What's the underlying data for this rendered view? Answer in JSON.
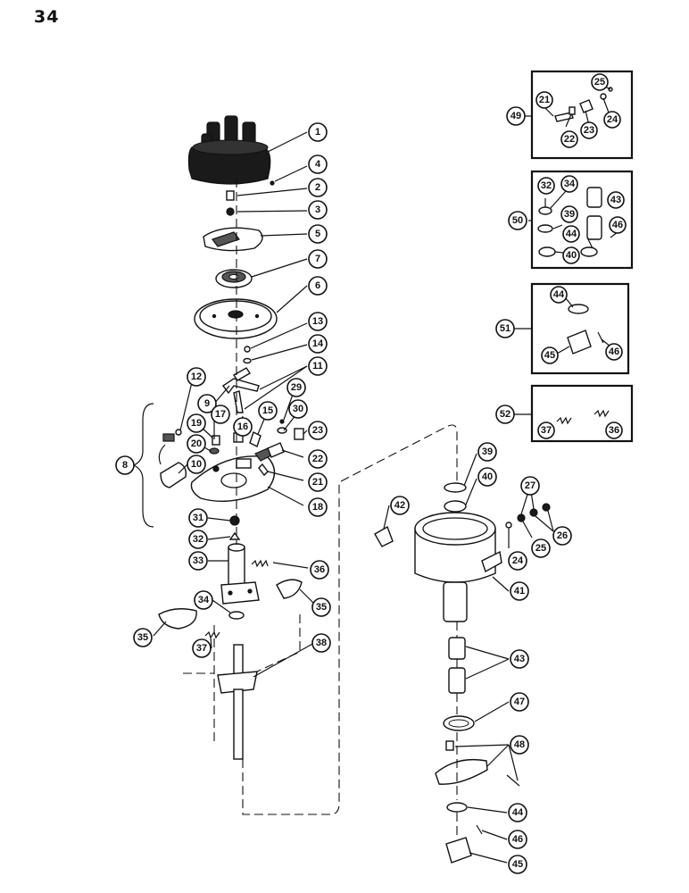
{
  "page": {
    "number": "34"
  },
  "callouts": {
    "main_column": [
      "1",
      "4",
      "2",
      "3",
      "5",
      "7",
      "6",
      "13",
      "14",
      "11",
      "12",
      "9",
      "29",
      "15",
      "30",
      "23",
      "17",
      "16",
      "19",
      "20",
      "22",
      "10",
      "8",
      "21",
      "18",
      "31",
      "32",
      "33",
      "36",
      "34",
      "35",
      "35",
      "37",
      "38"
    ],
    "housing_group": [
      "39",
      "40",
      "27",
      "42",
      "24",
      "25",
      "26",
      "41",
      "43",
      "47",
      "48",
      "44",
      "46",
      "45"
    ],
    "box_49": {
      "label": "49",
      "parts": [
        "25",
        "21",
        "24",
        "22",
        "23"
      ]
    },
    "box_50": {
      "label": "50",
      "parts": [
        "32",
        "34",
        "43",
        "39",
        "46",
        "44",
        "40"
      ]
    },
    "box_51": {
      "label": "51",
      "parts": [
        "44",
        "45",
        "46"
      ]
    },
    "box_52": {
      "label": "52",
      "parts": [
        "37",
        "36"
      ]
    }
  }
}
